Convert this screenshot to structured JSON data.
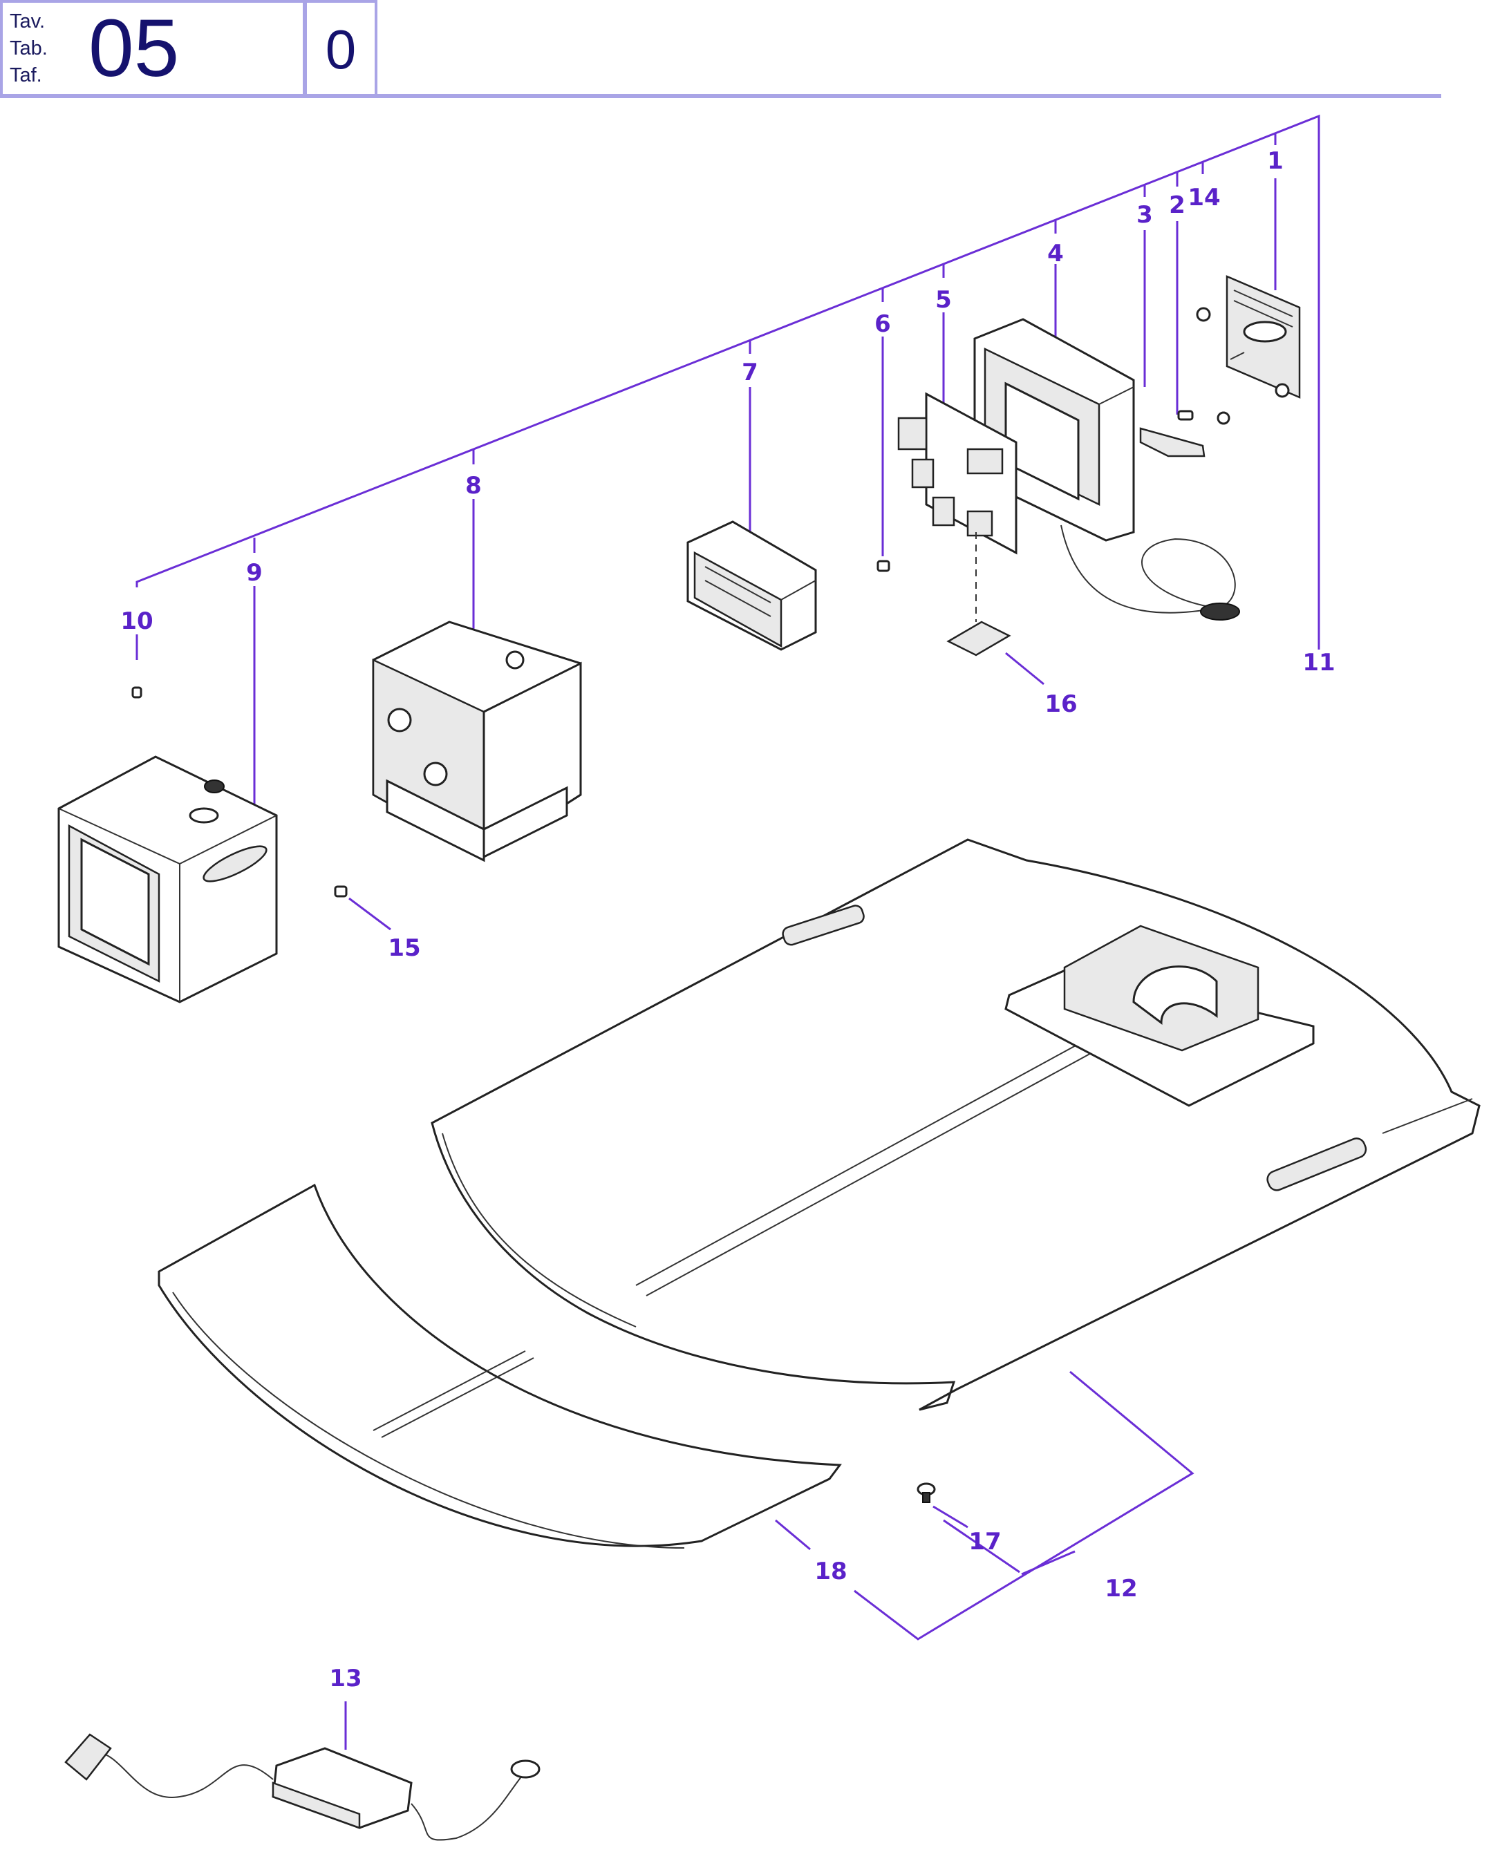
{
  "header": {
    "tab_words": [
      "Tav.",
      "Tab.",
      "Taf."
    ],
    "table_number": "05",
    "revision": "0"
  },
  "callouts": [
    {
      "id": "c1",
      "label": "1"
    },
    {
      "id": "c2",
      "label": "2"
    },
    {
      "id": "c3",
      "label": "3"
    },
    {
      "id": "c4",
      "label": "4"
    },
    {
      "id": "c5",
      "label": "5"
    },
    {
      "id": "c6",
      "label": "6"
    },
    {
      "id": "c7",
      "label": "7"
    },
    {
      "id": "c8",
      "label": "8"
    },
    {
      "id": "c9",
      "label": "9"
    },
    {
      "id": "c10",
      "label": "10"
    },
    {
      "id": "c11",
      "label": "11"
    },
    {
      "id": "c12",
      "label": "12"
    },
    {
      "id": "c13",
      "label": "13"
    },
    {
      "id": "c14",
      "label": "14"
    },
    {
      "id": "c15",
      "label": "15"
    },
    {
      "id": "c16",
      "label": "16"
    },
    {
      "id": "c17",
      "label": "17"
    },
    {
      "id": "c18",
      "label": "18"
    }
  ],
  "colors": {
    "frame": "#a9a4e6",
    "title_text": "#15126e",
    "callout": "#5a22c9",
    "line_art": "#222222"
  }
}
